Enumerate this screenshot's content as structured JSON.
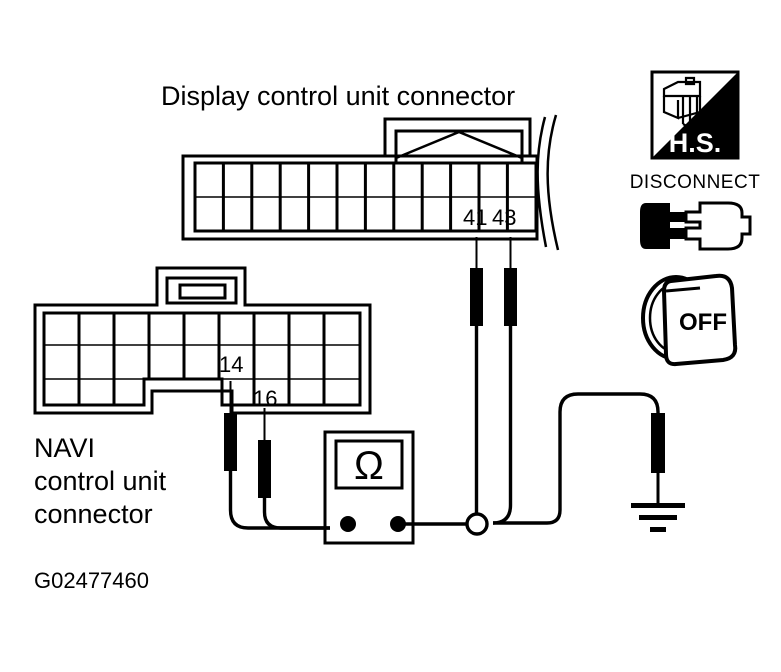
{
  "figure": {
    "id_label": "G02477460",
    "title": "Display control unit connector",
    "navi_label_line1": "NAVI",
    "navi_label_line2": "control unit",
    "navi_label_line3": "connector"
  },
  "display_connector": {
    "name": "Display control unit connector",
    "rows": 2,
    "columns": 12,
    "pins": [
      {
        "number": "41",
        "column_index": 9
      },
      {
        "number": "43",
        "column_index": 10
      }
    ]
  },
  "navi_connector": {
    "name": "NAVI control unit connector",
    "rows": 3,
    "columns": 9,
    "pins": [
      {
        "number": "14"
      },
      {
        "number": "16"
      }
    ]
  },
  "meter": {
    "name": "ohmmeter",
    "symbol": "Ω",
    "terminals": 2
  },
  "icons": {
    "hs": {
      "label": "H.S.",
      "name": "hands-separate-icon"
    },
    "disconnect": {
      "label": "DISCONNECT",
      "name": "disconnect-icon"
    },
    "ignition": {
      "label": "OFF",
      "name": "ignition-off-icon"
    },
    "ground": {
      "name": "ground-symbol"
    }
  },
  "colors": {
    "ink": "#000000",
    "paper": "#ffffff"
  }
}
